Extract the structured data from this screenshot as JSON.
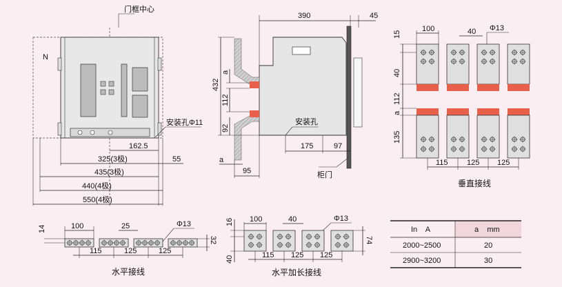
{
  "labels": {
    "door_center": "门框中心",
    "n_mark": "N",
    "mount_hole_front": "安装孔Φ11",
    "mount_hole_side": "安装孔",
    "cabinet_door": "柜门",
    "vertical_caption": "垂直接线",
    "horizontal_caption": "水平接线",
    "horizontal_ext_caption": "水平加长接线",
    "hole_dia": "Φ13"
  },
  "front_dims": {
    "d1": "162.5",
    "d2": "325(3极)",
    "d3": "55",
    "d4": "435(3极)",
    "d5": "440(4极)",
    "d6": "550(4极)"
  },
  "side_dims": {
    "top_width": "390",
    "top_right": "45",
    "h432": "432",
    "a1": "a",
    "h112": "112",
    "h92": "92",
    "a2": "a",
    "w95": "95",
    "w175": "175",
    "w97": "97"
  },
  "vertical_dims": {
    "w100": "100",
    "w40": "40",
    "h15": "15",
    "h40": "40",
    "h112": "112",
    "a": "a",
    "h135": "135",
    "b115": "115",
    "b125a": "125",
    "b125b": "125"
  },
  "horizontal_dims": {
    "h14": "14",
    "w100": "100",
    "w25": "25",
    "h32": "32",
    "b115": "115",
    "b125a": "125",
    "b125b": "125"
  },
  "horizontal_ext_dims": {
    "h16": "16",
    "w100": "100",
    "w40": "40",
    "h40": "40",
    "h74": "74",
    "b115": "115",
    "b125a": "125",
    "b125b": "125"
  },
  "table": {
    "headers": [
      "In    A",
      "a    mm"
    ],
    "rows": [
      [
        "2000~2500",
        "20"
      ],
      [
        "2900~3200",
        "30"
      ]
    ]
  },
  "colors": {
    "background": "#fbeef2",
    "busbar_red": "#e8604a",
    "body_grey": "#e3e3e3",
    "hatch_grey": "#b0b0b0"
  }
}
